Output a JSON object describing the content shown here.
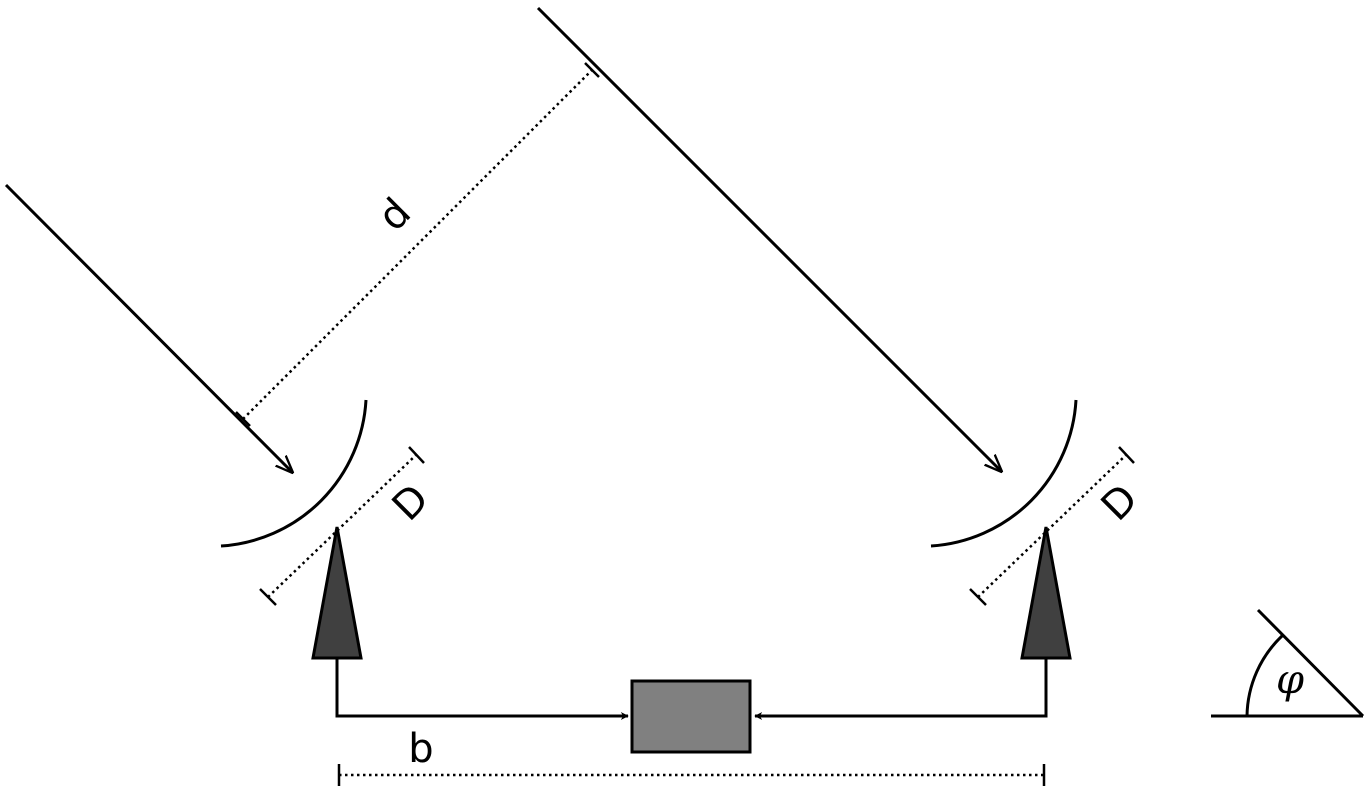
{
  "labels": {
    "path_difference": "d",
    "dish_diameter_left": "D",
    "dish_diameter_right": "D",
    "baseline": "b",
    "angle": "φ"
  },
  "colors": {
    "stroke": "#000000",
    "antenna_fill": "#404040",
    "correlator_fill": "#808080",
    "background": "#ffffff"
  }
}
